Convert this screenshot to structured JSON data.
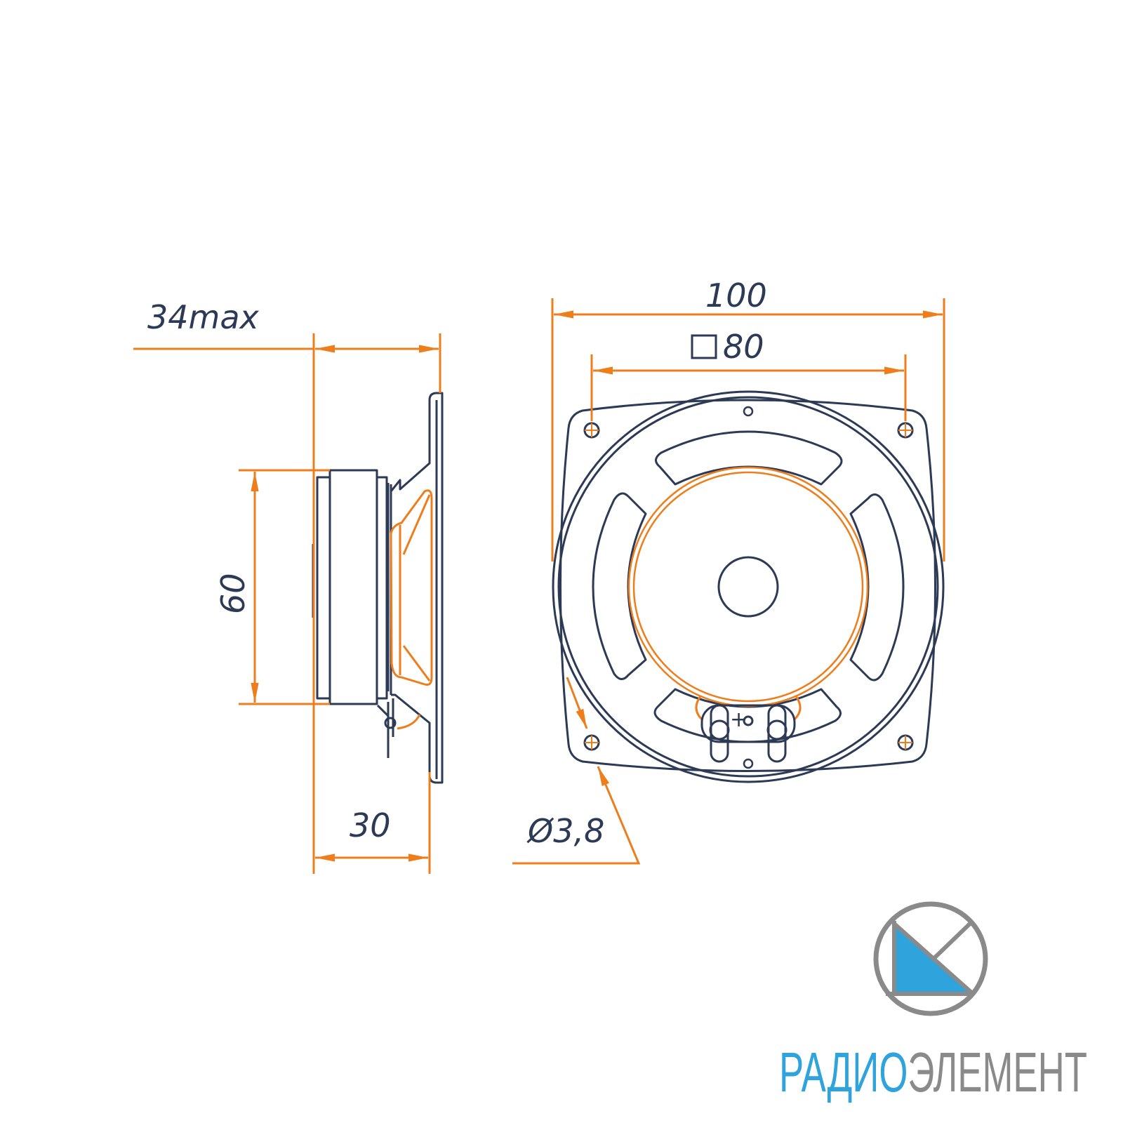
{
  "dimensions": {
    "overall_depth": "34max",
    "overall_width": "100",
    "mounting_square": "80",
    "magnet_diameter": "60",
    "magnet_depth": "30",
    "hole_diameter": "Ø3,8"
  },
  "terminal_polarity": "+",
  "logo": {
    "part1": "РАДИО",
    "part2": "ЭЛЕМЕНТ"
  },
  "colors": {
    "outline": "#2d3a55",
    "dimension": "#ee7d1c",
    "brand_blue": "#2ea3dc",
    "brand_grey": "#8a8a8a"
  }
}
